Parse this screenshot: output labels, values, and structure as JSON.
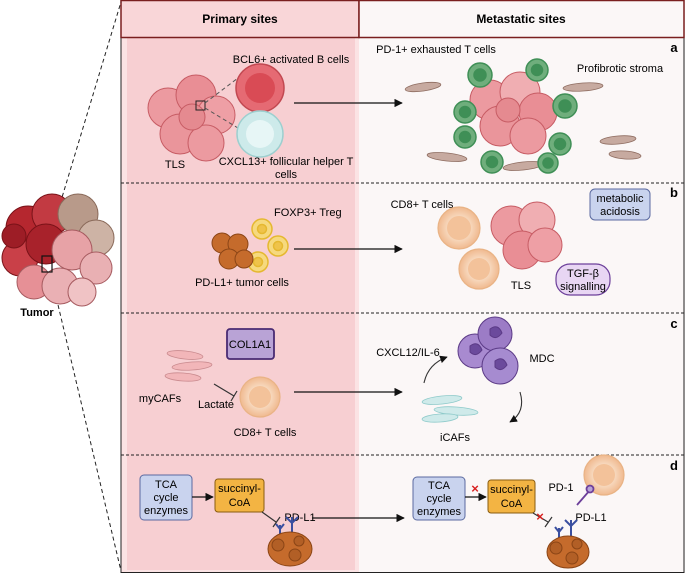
{
  "headers": {
    "primary": "Primary sites",
    "metastatic": "Metastatic sites"
  },
  "tumor_label": "Tumor",
  "panel_a": {
    "letter": "a",
    "bcl6": "BCL6+ activated B cells",
    "cxcl13_line1": "CXCL13+ follicular helper T",
    "cxcl13_line2": "cells",
    "tls": "TLS",
    "pd1": "PD-1+ exhausted T cells",
    "stroma": "Profibrotic stroma"
  },
  "panel_b": {
    "letter": "b",
    "foxp3": "FOXP3+ Treg",
    "pdl1_cells": "PD-L1+ tumor cells",
    "cd8": "CD8+ T cells",
    "acidosis_line1": "metabolic",
    "acidosis_line2": "acidosis",
    "tgf_line1": "TGF-β",
    "tgf_line2": "signalling",
    "tls": "TLS"
  },
  "panel_c": {
    "letter": "c",
    "col1a1": "COL1A1",
    "mycafs": "myCAFs",
    "lactate": "Lactate",
    "cd8": "CD8+ T cells",
    "cxcl12": "CXCL12/IL-6",
    "mdc": "MDC",
    "icafs": "iCAFs"
  },
  "panel_d": {
    "letter": "d",
    "tca_line1": "TCA",
    "tca_line2": "cycle",
    "tca_line3": "enzymes",
    "succ_line1": "succinyl-",
    "succ_line2": "CoA",
    "pdl1": "PD-L1",
    "pd1": "PD-1",
    "inhibit_mark": "×"
  },
  "colors": {
    "primary_bg": "#fbe3e4",
    "primary_col": "#f5c9cc",
    "header_border": "#7a1f1f",
    "tumor_red": "#e8868c",
    "box_blue": "#c9d3ee",
    "box_purple": "#5b3a86",
    "box_orange": "#f3b443",
    "mdc_purple": "#8e6fb6",
    "green": "#3f8f56"
  }
}
